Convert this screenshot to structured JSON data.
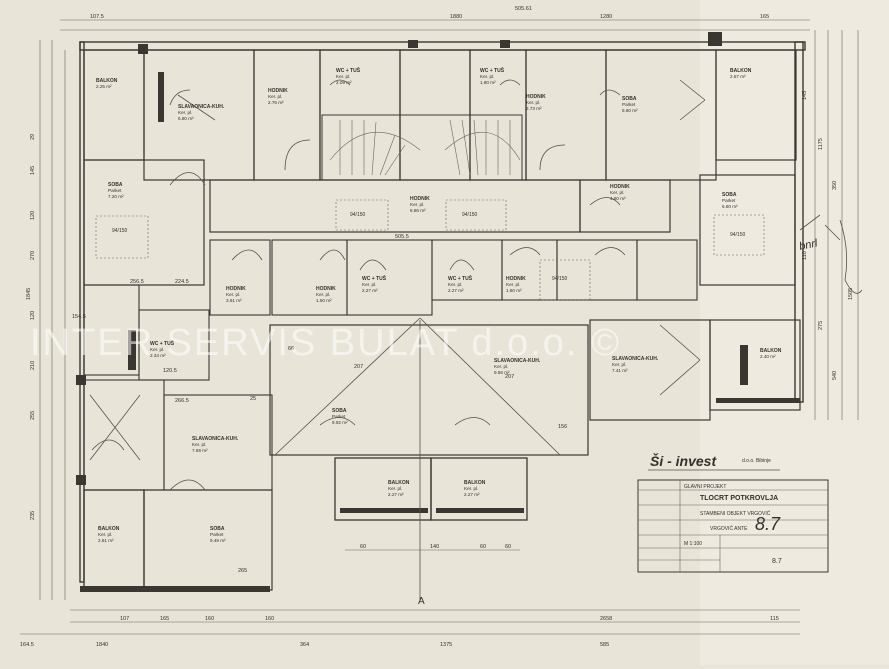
{
  "rooms": [
    {
      "name": "BALKON",
      "floor": "",
      "area": "2.25 m²"
    },
    {
      "name": "SLAVAONICA-KUH.",
      "floor": "Ker. pl.",
      "area": "6.80 m²"
    },
    {
      "name": "HODNIK",
      "floor": "Ker. pl.",
      "area": "2.76 m²"
    },
    {
      "name": "WC + TUŠ",
      "floor": "Ker. pl.",
      "area": "2.09 m²"
    },
    {
      "name": "WC + TUŠ",
      "floor": "Ker. pl.",
      "area": "1.80 m²"
    },
    {
      "name": "HODNIK",
      "floor": "Ker. pl.",
      "area": "2.73 m²"
    },
    {
      "name": "SOBA",
      "floor": "Parket",
      "area": "5.60 m²"
    },
    {
      "name": "BALKON",
      "floor": "",
      "area": "2.57 m²"
    },
    {
      "name": "SOBA",
      "floor": "Parket",
      "area": "7.20 m²"
    },
    {
      "name": "HODNIK",
      "floor": "Ker. pl.",
      "area": "6.86 m²"
    },
    {
      "name": "HODNIK",
      "floor": "Ker. pl.",
      "area": "4.60 m²"
    },
    {
      "name": "SOBA",
      "floor": "Parket",
      "area": "6.80 m²"
    },
    {
      "name": "HODNIK",
      "floor": "Ker. pl.",
      "area": "3.61 m²"
    },
    {
      "name": "HODNIK",
      "floor": "Ker. pl.",
      "area": "1.60 m²"
    },
    {
      "name": "WC + TUŠ",
      "floor": "Ker. pl.",
      "area": "2.27 m²"
    },
    {
      "name": "WC + TUŠ",
      "floor": "Ker. pl.",
      "area": "2.27 m²"
    },
    {
      "name": "HODNIK",
      "floor": "Ker. pl.",
      "area": "1.60 m²"
    },
    {
      "name": "WC + TUŠ",
      "floor": "Ker. pl.",
      "area": "2.34 m²"
    },
    {
      "name": "SLAVAONICA-KUH.",
      "floor": "Ker. pl.",
      "area": "9.56 m²"
    },
    {
      "name": "SLAVAONICA-KUH.",
      "floor": "Ker. pl.",
      "area": "7.41 m²"
    },
    {
      "name": "BALKON",
      "floor": "",
      "area": "2.40 m²"
    },
    {
      "name": "SOBA",
      "floor": "Parket",
      "area": "9.92 m²"
    },
    {
      "name": "SLAVAONICA-KUH.",
      "floor": "Ker. pl.",
      "area": "7.69 m²"
    },
    {
      "name": "BALKON",
      "floor": "Ker. pl.",
      "area": "2.27 m²"
    },
    {
      "name": "BALKON",
      "floor": "Ker. pl.",
      "area": "2.27 m²"
    },
    {
      "name": "BALKON",
      "floor": "Ker. pl.",
      "area": "2.61 m²"
    },
    {
      "name": "SOBA",
      "floor": "Parket",
      "area": "9.49 m²"
    }
  ],
  "dimensions": {
    "top": [
      "107.5",
      "1880",
      "505.61",
      "1280",
      "165"
    ],
    "left": [
      "29",
      "145",
      "120",
      "270",
      "120",
      "210",
      "1845",
      "255",
      "235"
    ],
    "right": [
      "145",
      "1175",
      "350",
      "110",
      "275",
      "1505",
      "540"
    ],
    "bottom_inner": [
      "60",
      "140",
      "60",
      "60"
    ],
    "bottom_1": [
      "107",
      "165",
      "160",
      "160",
      "2658",
      "115"
    ],
    "bottom_2": [
      "164.5",
      "1840",
      "364",
      "1375",
      "585"
    ],
    "mid": [
      "505.5",
      "256.5",
      "224.5",
      "120.5",
      "154.5",
      "66",
      "207",
      "207",
      "156",
      "266.5",
      "25",
      "265"
    ]
  },
  "tags": [
    "94/150",
    "94/150",
    "94/150",
    "94/150",
    "94/150"
  ],
  "section_mark": "A",
  "handwriting": "8.7",
  "margin_note": "bnrl",
  "watermark": "INTER SERVIS BULAT d.o.o. ©",
  "title_block": {
    "company": "Ši - invest",
    "company_sub": "d.o.o. Bibinje",
    "project_type": "GLAVNI PROJEKT",
    "drawing_title": "TLOCRT POTKROVLJA",
    "building": "STAMBENI OBJEKT VRGOVIĆ",
    "location": "VRGOVIĆ ANTE",
    "scale": "M 1:100",
    "sheet_no": "8.7"
  },
  "colors": {
    "paper": "#e9e4d8",
    "ink": "#3a3733"
  }
}
